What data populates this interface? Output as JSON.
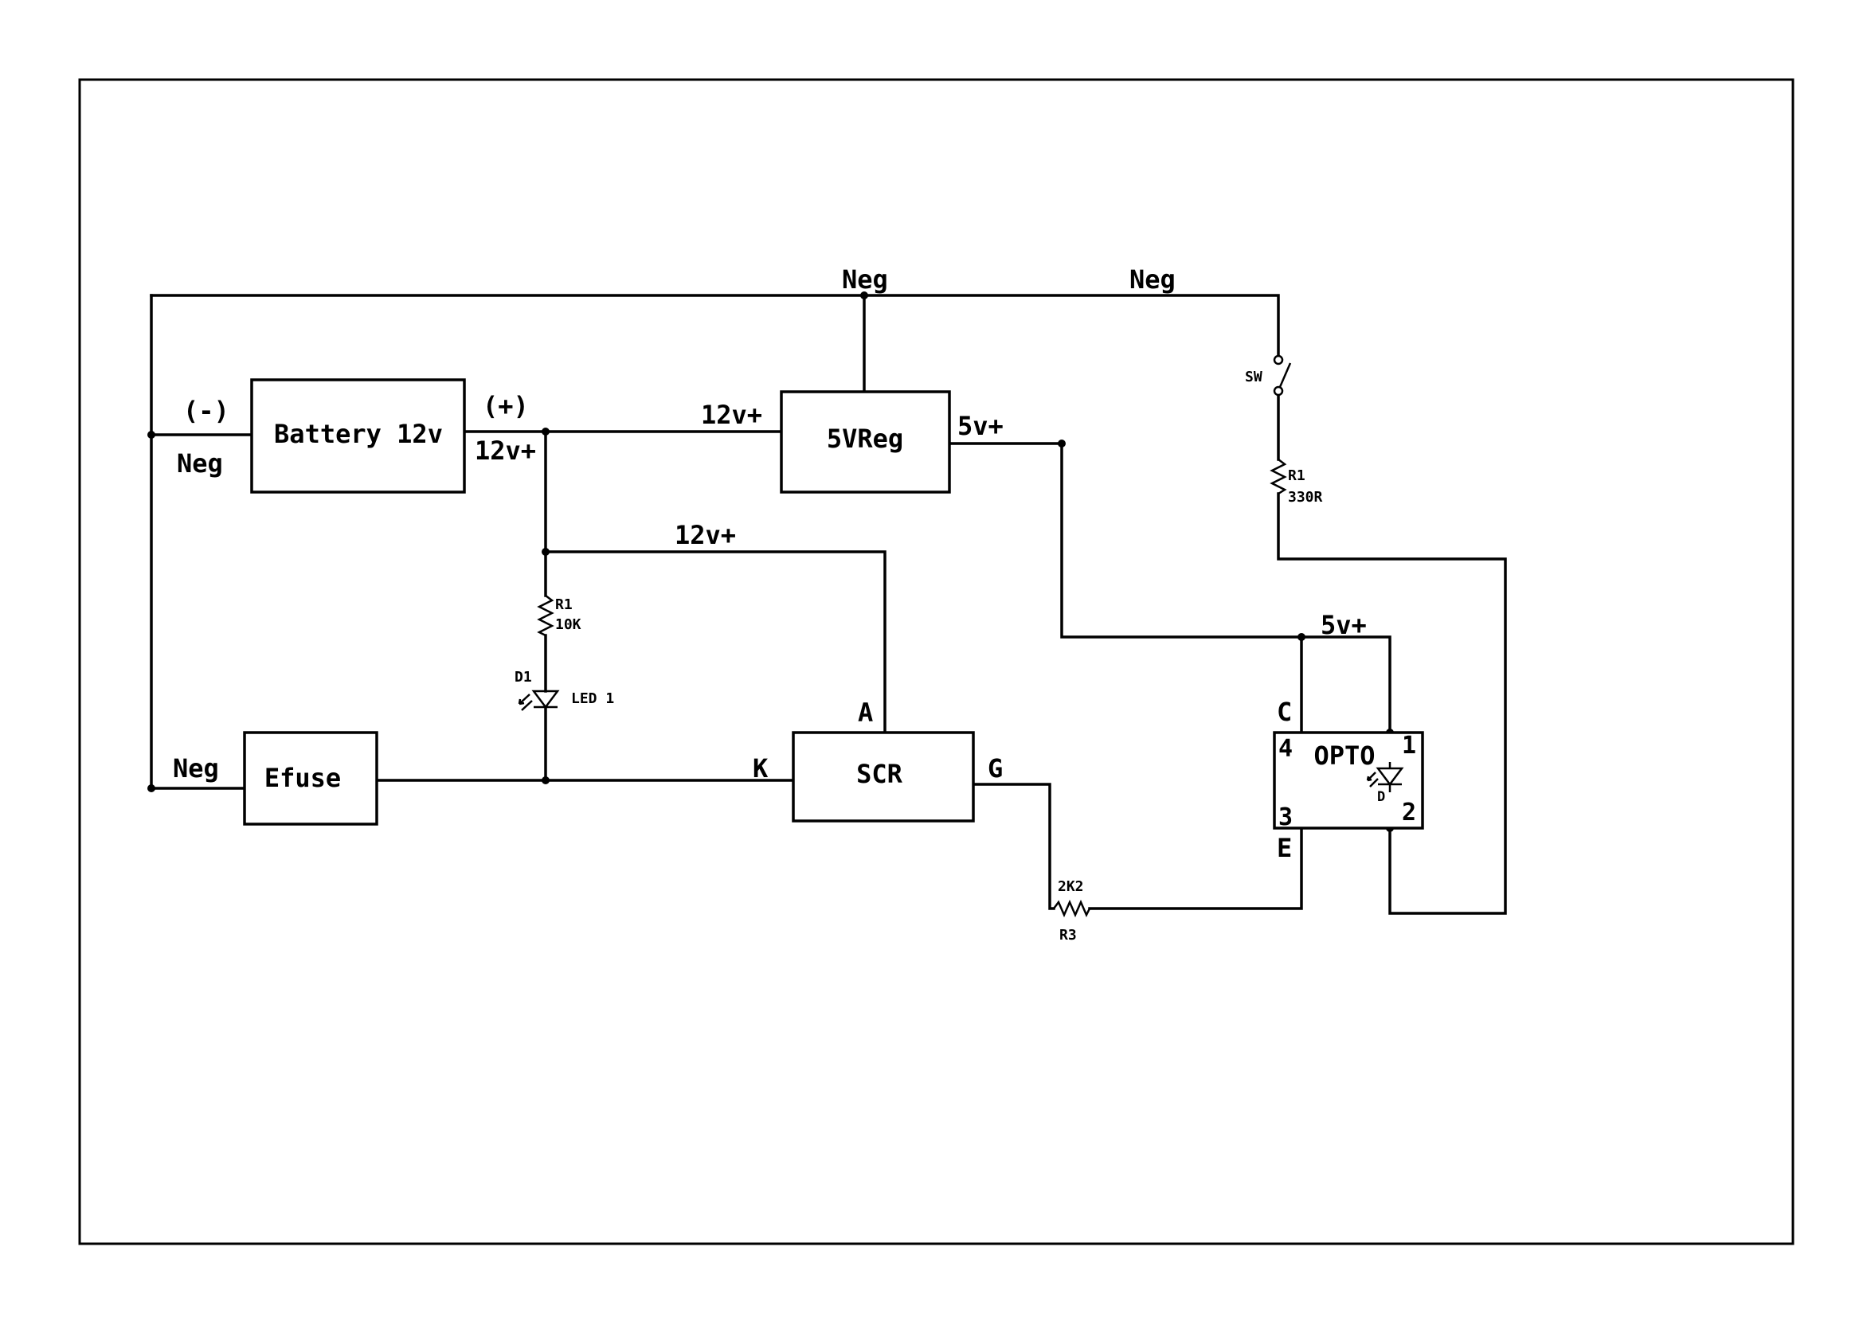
{
  "blocks": {
    "battery": "Battery 12v",
    "regulator": "5VReg",
    "efuse": "Efuse",
    "scr": "SCR",
    "opto": "OPTO"
  },
  "labels": {
    "neg_top_left": "Neg",
    "neg_top_right": "Neg",
    "battery_minus": "(-)",
    "battery_plus": "(+)",
    "neg_battery": "Neg",
    "v12_battery": "12v+",
    "v12_reg_in": "12v+",
    "v5_reg_out": "5v+",
    "v12_scr": "12v+",
    "v5_opto": "5v+",
    "neg_efuse": "Neg",
    "scr_anode": "A",
    "scr_cathode": "K",
    "scr_gate": "G",
    "opto_c": "C",
    "opto_e": "E",
    "opto_pin1": "1",
    "opto_pin2": "2",
    "opto_pin3": "3",
    "opto_pin4": "4",
    "opto_d": "D"
  },
  "components": {
    "r1_left_ref": "R1",
    "r1_left_value": "10K",
    "d1_ref": "D1",
    "d1_value": "LED 1",
    "sw_ref": "SW",
    "r1_right_ref": "R1",
    "r1_right_value": "330R",
    "r3_value": "2K2",
    "r3_ref": "R3"
  }
}
